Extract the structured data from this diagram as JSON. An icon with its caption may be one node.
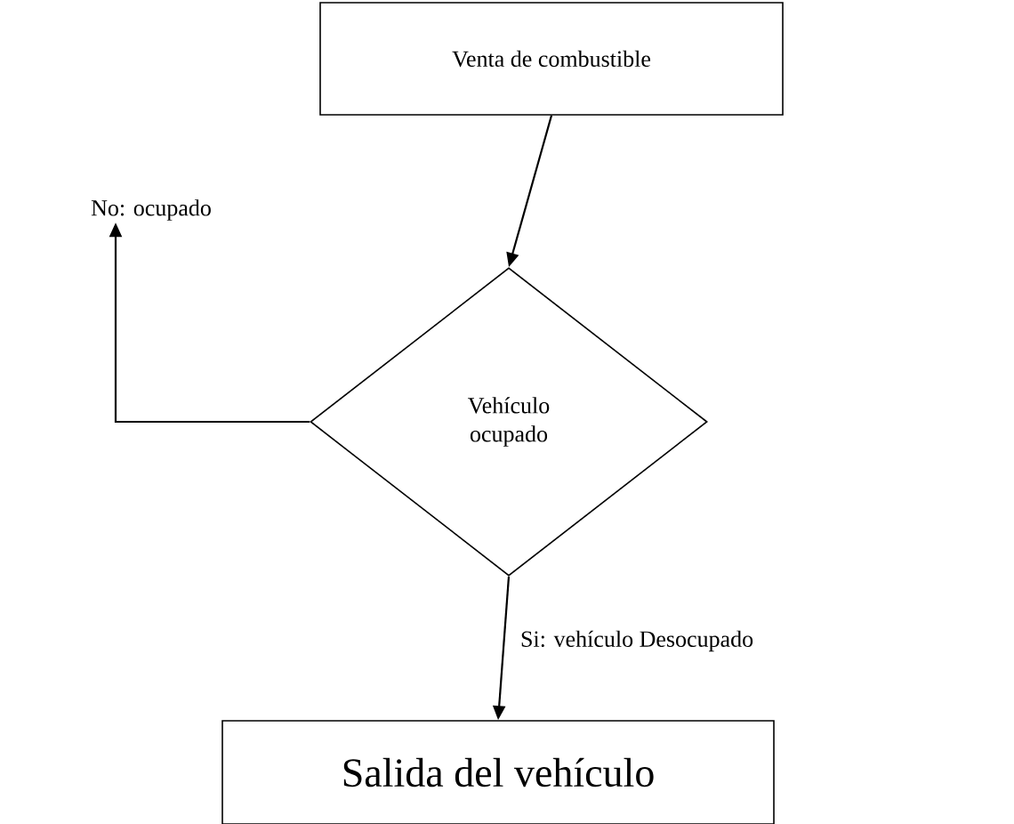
{
  "diagram": {
    "nodes": [
      {
        "text": [
          "Venta de combustible"
        ]
      },
      {
        "text": [
          "Vehículo ocupado"
        ]
      },
      {
        "text": [
          "Salida del vehículo"
        ]
      },
      {
        "text": [
          "No: ocupado"
        ]
      }
    ],
    "edges": [
      {
        "from": 0,
        "to": 1,
        "arrow": "to"
      },
      {
        "from": 1,
        "to": 3,
        "arrow": "to"
      },
      {
        "from": 1,
        "to": 2,
        "arrow": "to",
        "label": "Si: vehículo Desocupado"
      }
    ]
  }
}
